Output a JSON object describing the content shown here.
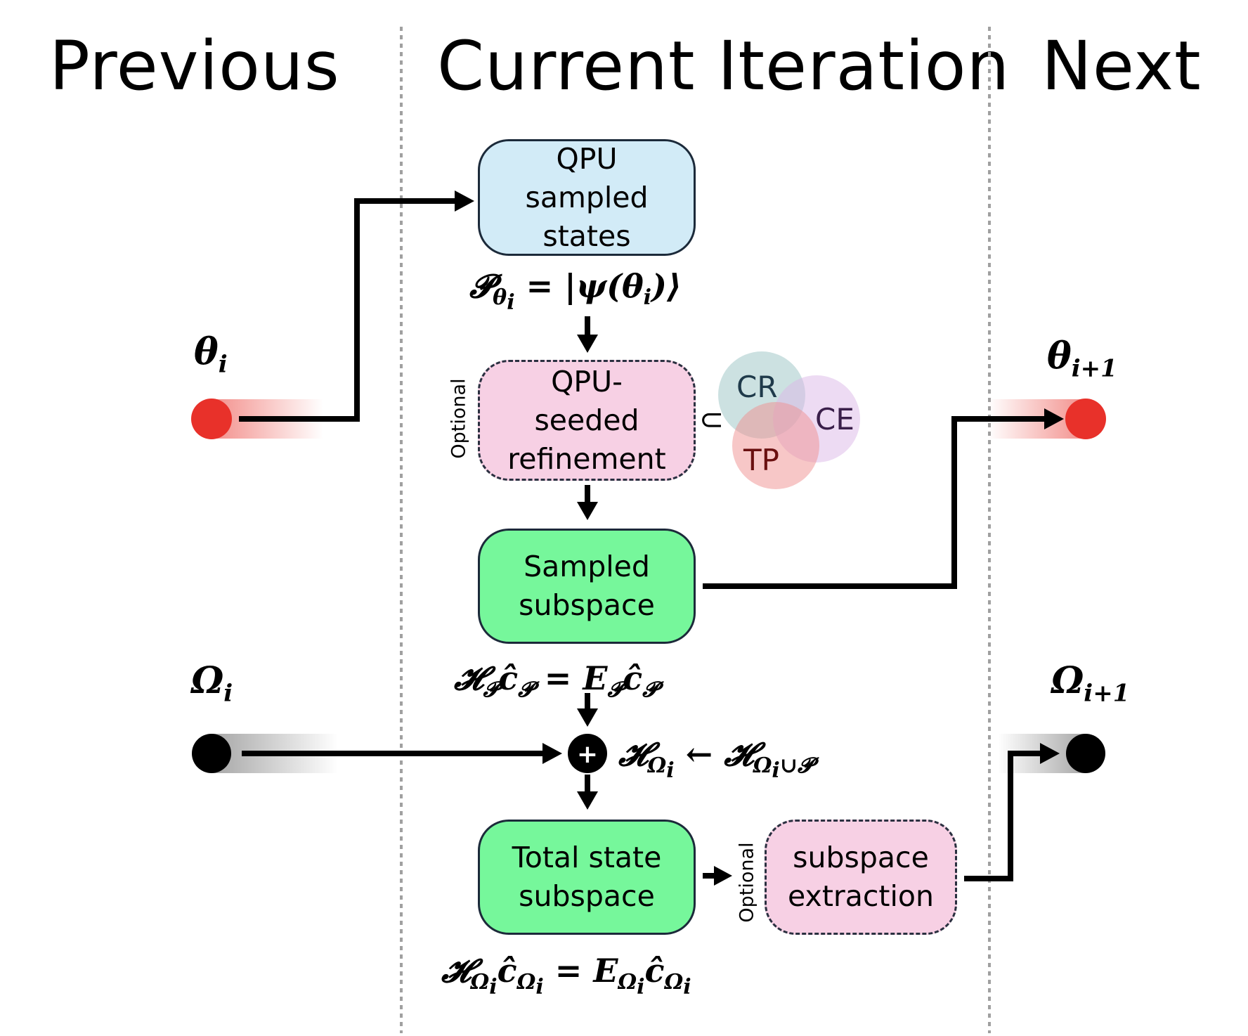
{
  "headers": {
    "previous": "Previous",
    "current": "Current Iteration",
    "next": "Next"
  },
  "boxes": {
    "qpu_sampled": [
      "QPU",
      "sampled",
      "states"
    ],
    "qpu_seeded": [
      "QPU-",
      "seeded",
      "refinement"
    ],
    "sampled_subspace": [
      "Sampled",
      "subspace"
    ],
    "total_state": [
      "Total state",
      "subspace"
    ],
    "subspace_extraction": [
      "subspace",
      "extraction"
    ]
  },
  "optional_label": "Optional",
  "venn": {
    "cr": "CR",
    "ce": "CE",
    "tp": "TP",
    "subset_symbol": "⊂"
  },
  "variables": {
    "theta_i": {
      "base": "θ",
      "sub": "i"
    },
    "theta_next": {
      "base": "θ",
      "sub": "i+1"
    },
    "omega_i": {
      "base": "Ω",
      "sub": "i"
    },
    "omega_next": {
      "base": "Ω",
      "sub": "i+1"
    }
  },
  "equations": {
    "p_theta": {
      "lhs": "𝓟",
      "lhs_sub": "θ",
      "lhs_subsub": "i",
      "rhs": " = |ψ(θ",
      "rhs_sub": "i",
      "rhs_end": ")⟩"
    },
    "h_p": {
      "text_a": "𝓗",
      "sub_a": "𝓟",
      "text_b": "ĉ",
      "sub_b": "𝓟",
      "text_c": " = E",
      "sub_c": "𝓟",
      "text_d": "ĉ",
      "sub_d": "𝓟"
    },
    "h_omega_update": {
      "text_a": "𝓗",
      "sub_a": "Ω",
      "subsub_a": "i",
      "arrow": " ← ",
      "text_b": "𝓗",
      "sub_b": "Ω",
      "subsub_b": "i",
      "sub_b_tail": "∪𝓟"
    },
    "h_omega": {
      "text_a": "𝓗",
      "sub_a": "Ω",
      "subsub_a": "i",
      "text_b": "ĉ",
      "sub_b": "Ω",
      "subsub_b": "i",
      "text_c": " = E",
      "sub_c": "Ω",
      "subsub_c": "i",
      "text_d": "ĉ",
      "sub_d": "Ω",
      "subsub_d": "i"
    }
  },
  "plus_symbol": "+",
  "colors": {
    "qpu_sampled_fill": "#d2ebf7",
    "optional_fill": "#f7d0e4",
    "green_fill": "#76f79b",
    "red_dot": "#e8312a",
    "black_dot": "#000000",
    "divider": "#a0a0a0",
    "venn_cr": "#8fbdbd",
    "venn_ce": "#dcb8e8",
    "venn_tp": "#ef8f8f"
  }
}
